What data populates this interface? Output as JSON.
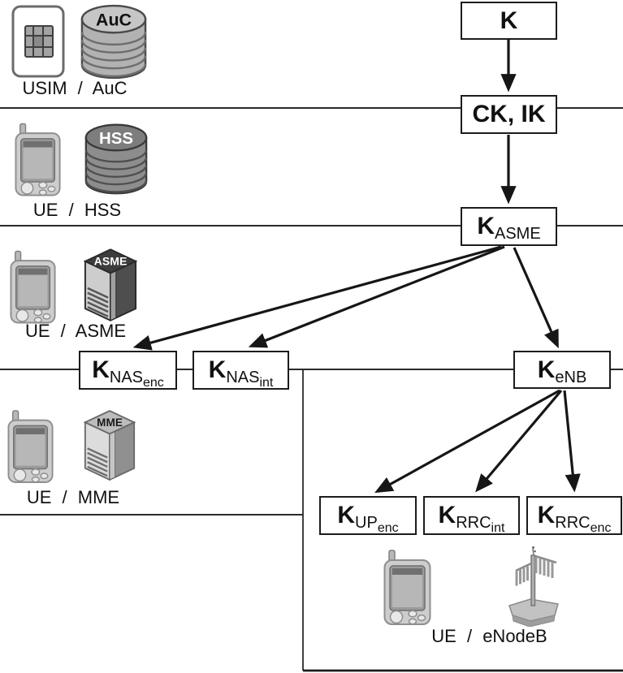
{
  "colors": {
    "line": "#1c1c1c",
    "box_border": "#1c1c1c",
    "background": "#ffffff"
  },
  "keys": {
    "k": {
      "main": "K"
    },
    "ck_ik": {
      "main": "CK, IK"
    },
    "k_asme": {
      "main": "K",
      "sub": "ASME"
    },
    "k_nas_enc": {
      "main": "K",
      "sub": "NAS",
      "subsub": "enc"
    },
    "k_nas_int": {
      "main": "K",
      "sub": "NAS",
      "subsub": "int"
    },
    "k_enb": {
      "main": "K",
      "sub": "eNB"
    },
    "k_up_enc": {
      "main": "K",
      "sub": "UP",
      "subsub": "enc"
    },
    "k_rrc_int": {
      "main": "K",
      "sub": "RRC",
      "subsub": "int"
    },
    "k_rrc_enc": {
      "main": "K",
      "sub": "RRC",
      "subsub": "enc"
    }
  },
  "sections": [
    {
      "label": "USIM / AuC",
      "badge": "AuC",
      "icons": [
        "sim-card-icon",
        "database-icon"
      ]
    },
    {
      "label": "UE / HSS",
      "badge": "HSS",
      "icons": [
        "phone-icon",
        "database-icon"
      ]
    },
    {
      "label": "UE / ASME",
      "badge": "ASME",
      "icons": [
        "phone-icon",
        "server-icon"
      ]
    },
    {
      "label": "UE / MME",
      "badge": "MME",
      "icons": [
        "phone-icon",
        "server-icon"
      ]
    },
    {
      "label": "UE / eNodeB",
      "icons": [
        "phone-icon",
        "antenna-mast-icon"
      ]
    }
  ]
}
